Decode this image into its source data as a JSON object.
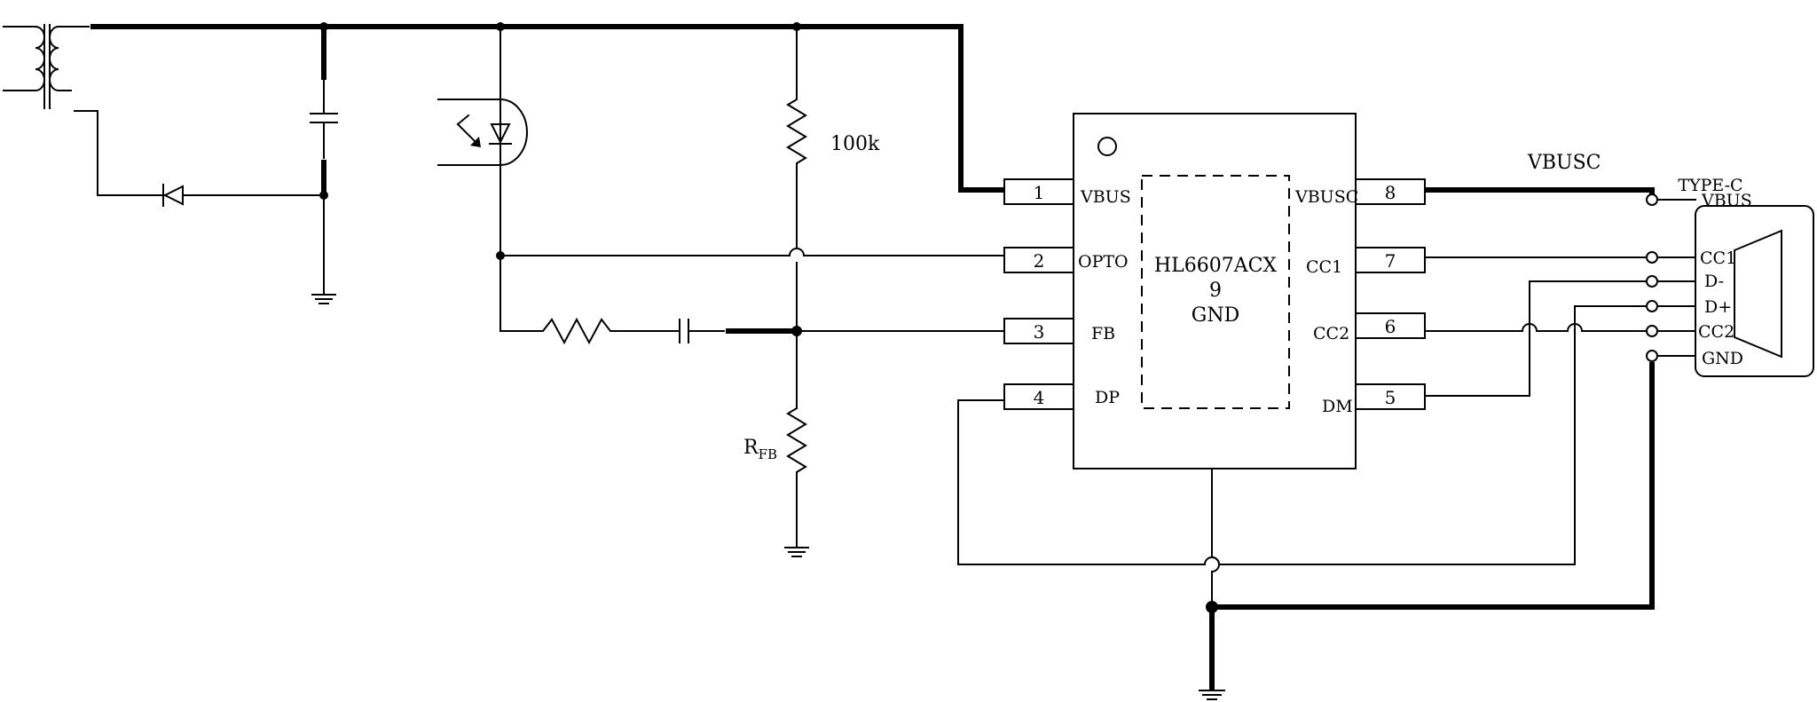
{
  "ic": {
    "part_number": "HL6607ACX",
    "pad_number": "9",
    "pad_name": "GND",
    "pins": [
      {
        "number": "1",
        "name": "VBUS"
      },
      {
        "number": "2",
        "name": "OPTO"
      },
      {
        "number": "3",
        "name": "FB"
      },
      {
        "number": "4",
        "name": "DP"
      },
      {
        "number": "5",
        "name": "DM"
      },
      {
        "number": "6",
        "name": "CC2"
      },
      {
        "number": "7",
        "name": "CC1"
      },
      {
        "number": "8",
        "name": "VBUSC"
      }
    ]
  },
  "connector": {
    "title": "TYPE-C",
    "pins": [
      "VBUS",
      "CC1",
      "D-",
      "D+",
      "CC2",
      "GND"
    ]
  },
  "labels": {
    "vbusc_net": "VBUSC",
    "r_top": "100k",
    "r_fb_main": "R",
    "r_fb_sub": "FB"
  }
}
